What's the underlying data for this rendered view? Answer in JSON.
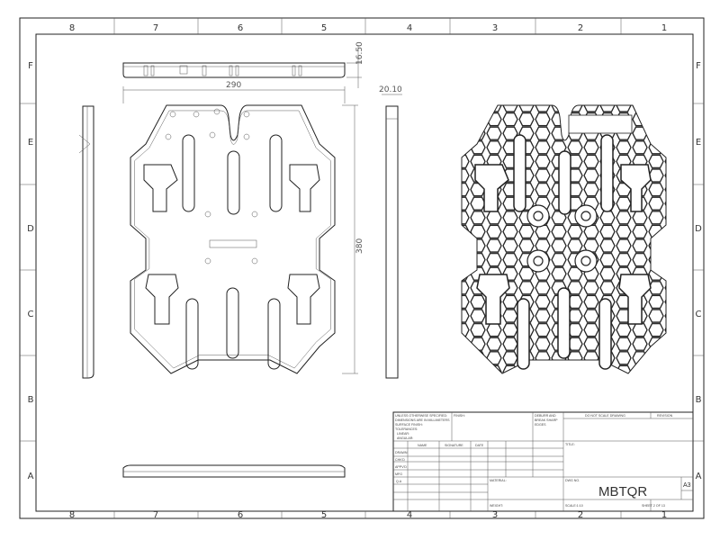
{
  "zones": {
    "columns": [
      "8",
      "7",
      "6",
      "5",
      "4",
      "3",
      "2",
      "1"
    ],
    "rows": [
      "F",
      "E",
      "D",
      "C",
      "B",
      "A"
    ]
  },
  "dimensions": {
    "width": "290",
    "height": "380",
    "thickness": "16.50",
    "side_depth": "20.10"
  },
  "title_block": {
    "general_notes": [
      "UNLESS OTHERWISE SPECIFIED:",
      "DIMENSIONS ARE IN MILLIMETERS",
      "SURFACE FINISH:",
      "TOLERANCES:",
      "  LINEAR:",
      "  ANGULAR:"
    ],
    "finish_label": "FINISH:",
    "deburr_note": [
      "DEBURR AND",
      "BREAK SHARP",
      "EDGES"
    ],
    "do_not_scale": "DO NOT SCALE DRAWING",
    "revision_label": "REVISION",
    "col_headers": [
      "NAME",
      "SIGNATURE",
      "DATE"
    ],
    "row_labels": [
      "DRAWN",
      "CHK'D",
      "APPV'D",
      "MFG",
      "Q.A"
    ],
    "title_label": "TITLE:",
    "material_label": "MATERIAL:",
    "dwg_no_label": "DWG NO.",
    "dwg_no": "MBTQR",
    "sheet_size": "A3",
    "weight_label": "WEIGHT:",
    "scale": "SCALE:1:10",
    "sheet": "SHEET 2 OF 13"
  }
}
